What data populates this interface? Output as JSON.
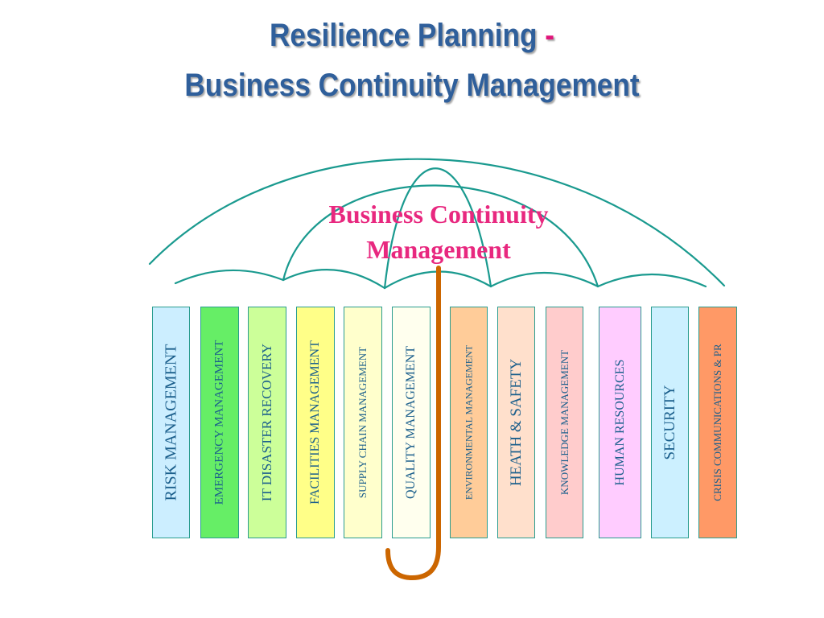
{
  "title": {
    "line1": "Resilience Planning",
    "dash": "-",
    "line2": "Business Continuity Management"
  },
  "umbrella": {
    "label_line1": "Business Continuity",
    "label_line2": "Management"
  },
  "colors": {
    "title": "#2f5f9b",
    "title_dash": "#e0157a",
    "canopy_lines": "#1a9a8f",
    "canopy_label": "#e8287f",
    "handle": "#cc6600",
    "pillar_text": "#1b5f8c",
    "pillar_border": "#2a9d8f"
  },
  "pillars": [
    {
      "label": "RISK MANAGEMENT",
      "color": "#cceeff"
    },
    {
      "label": "EMERGENCY MANAGEMENT",
      "color": "#66ee66"
    },
    {
      "label": "IT DISASTER RECOVERY",
      "color": "#ccff99"
    },
    {
      "label": "FACILITIES MANAGEMENT",
      "color": "#ffff88"
    },
    {
      "label": "SUPPLY CHAIN MANAGEMENT",
      "color": "#ffffcc"
    },
    {
      "label": "QUALITY  MANAGEMENT",
      "color": "#ffffee"
    },
    {
      "label": "ENVIRONMENTAL MANAGEMENT",
      "color": "#ffcc99"
    },
    {
      "label": "HEATH & SAFETY",
      "color": "#ffe0cc"
    },
    {
      "label": "KNOWLEDGE MANAGEMENT",
      "color": "#ffcccc"
    },
    {
      "label": "HUMAN RESOURCES",
      "color": "#ffccff"
    },
    {
      "label": "SECURITY",
      "color": "#ccf0ff"
    },
    {
      "label": "CRISIS COMMUNICATIONS & PR",
      "color": "#ff9966"
    }
  ]
}
